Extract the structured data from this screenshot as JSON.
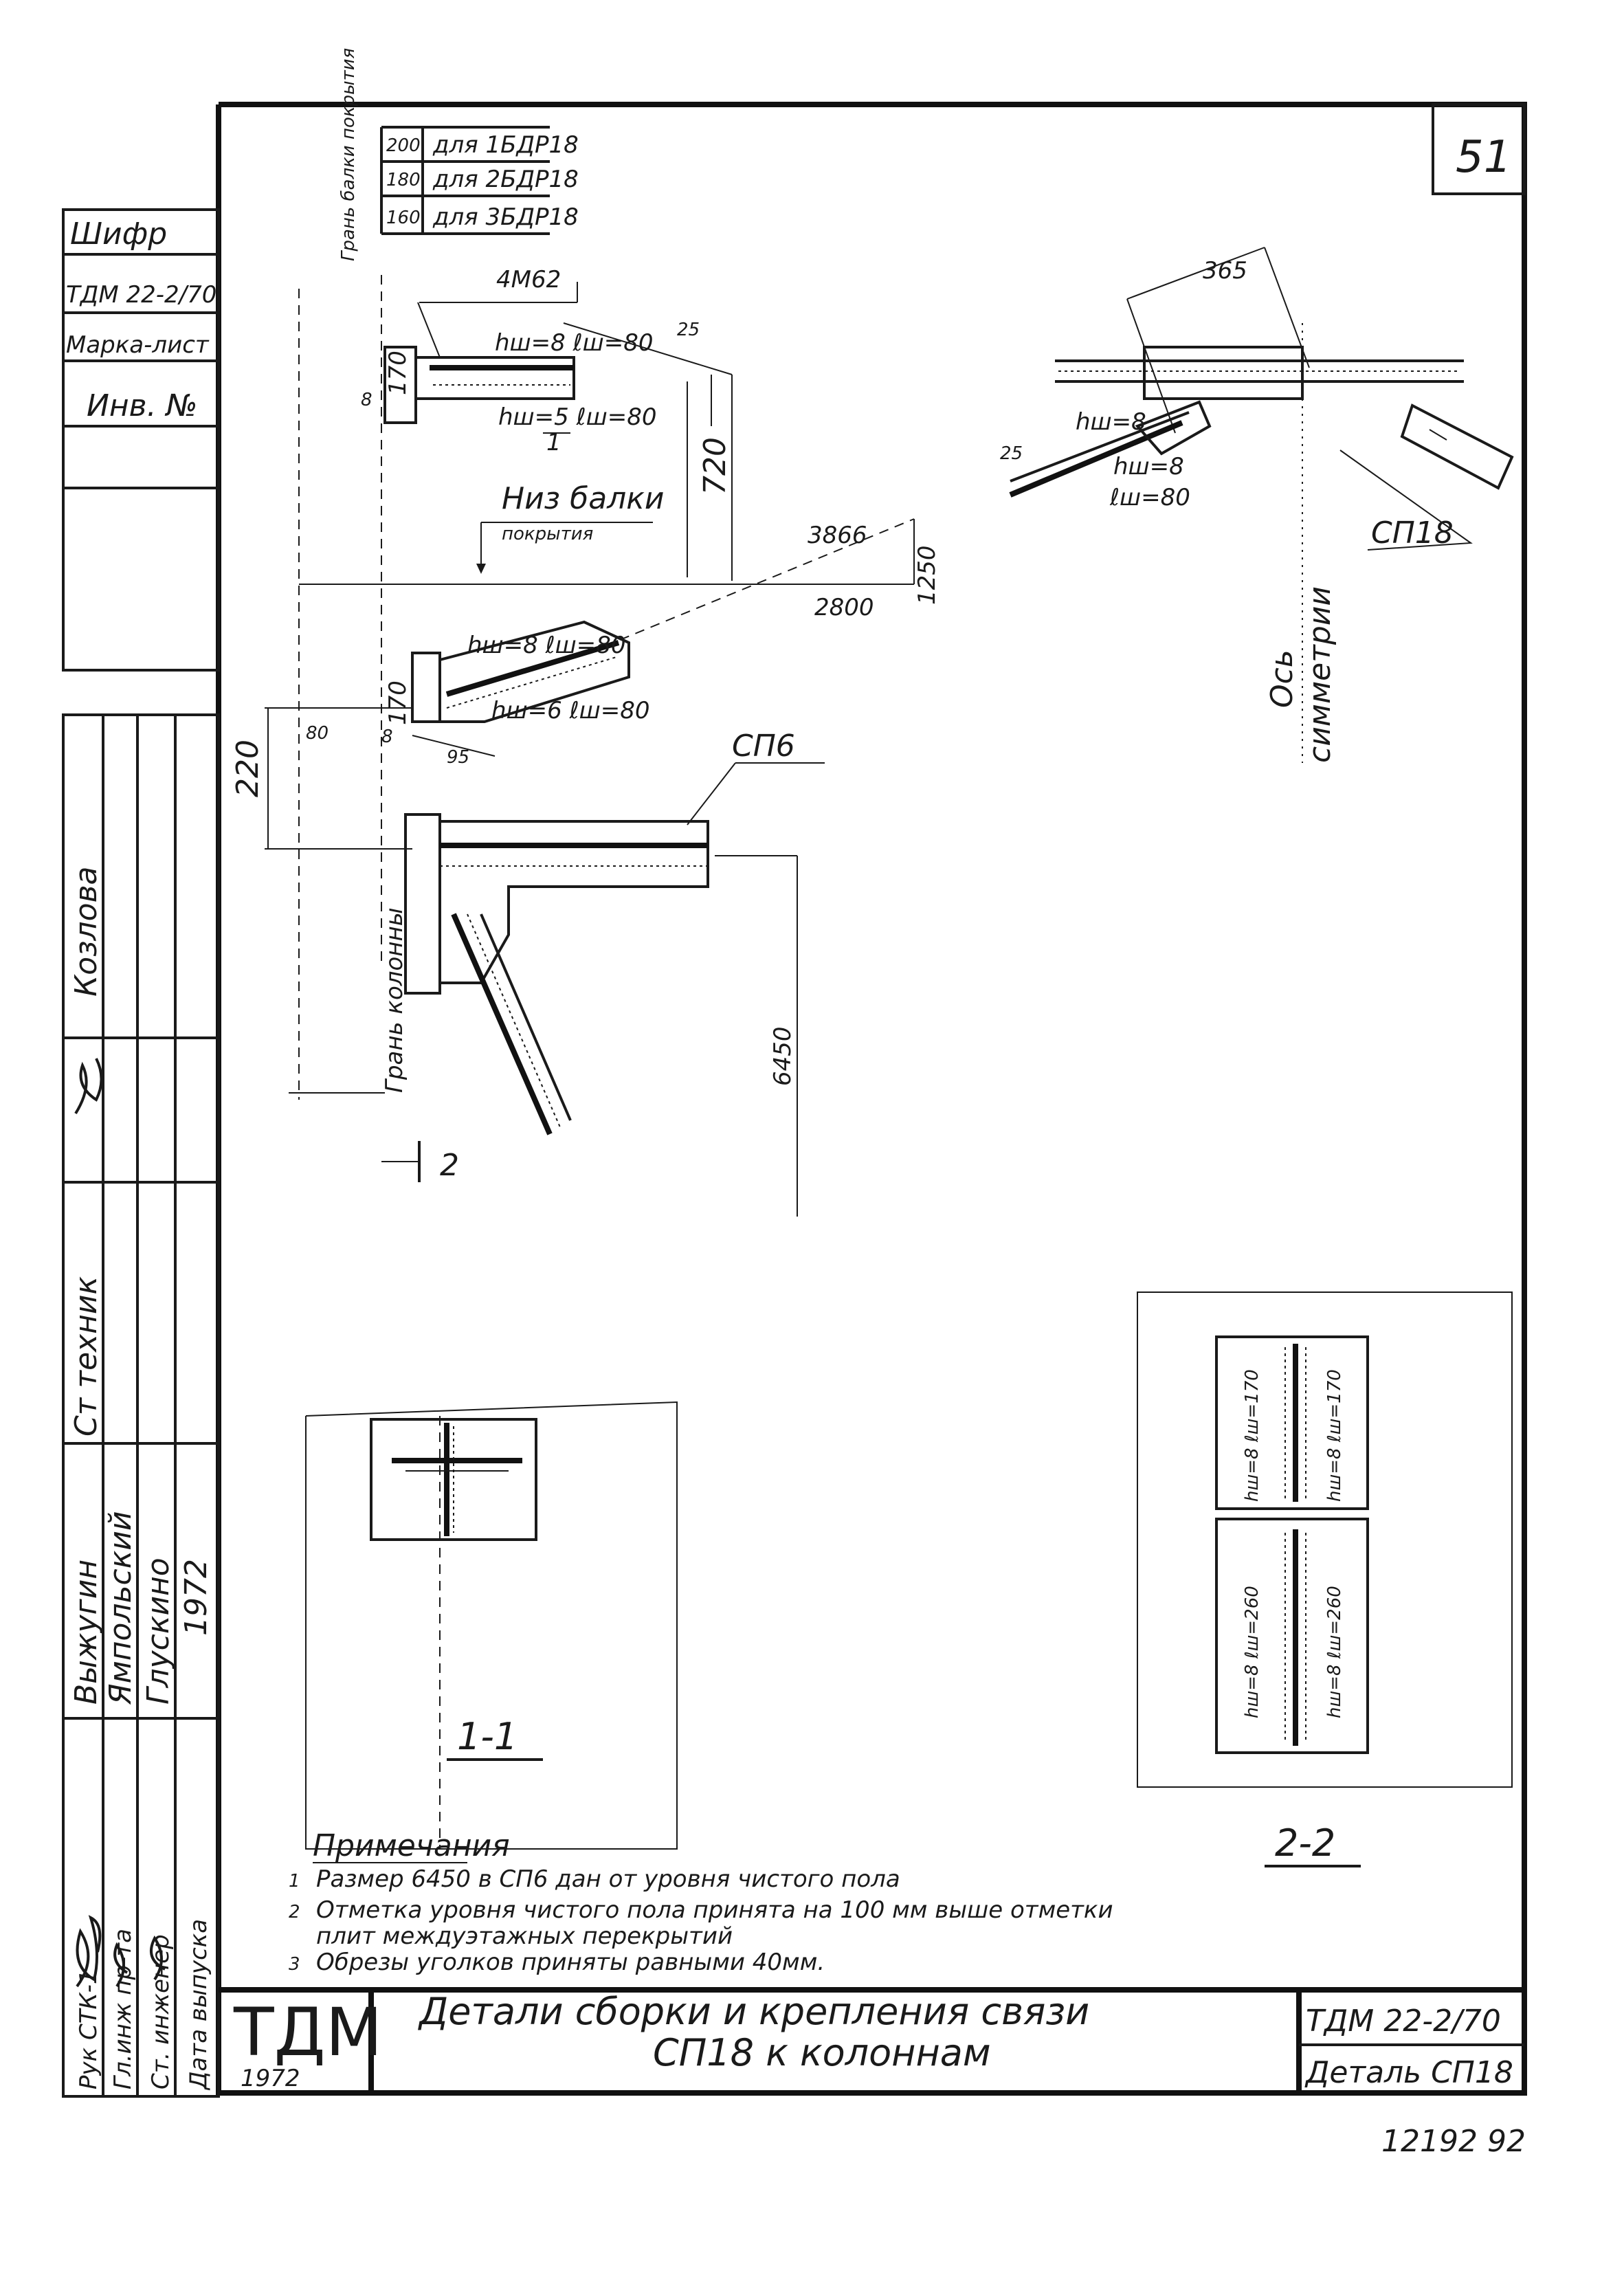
{
  "sheet": {
    "number": "51",
    "archive_number": "12192 92"
  },
  "left_strip": {
    "shifr_label": "Шифр",
    "shifr_value": "ТДМ 22-2/70",
    "marka_label": "Марка-лист",
    "inv_label": "Инв. №",
    "staff": [
      {
        "role": "Ст техник",
        "name": "Козлова"
      },
      {
        "role": "Рук СТК-1",
        "name": "Выжугин"
      },
      {
        "role": "Гл.инж пр-та",
        "name": "Ямпольский"
      },
      {
        "role": "Ст. инженер",
        "name": "Глускино"
      },
      {
        "role": "Дата выпуска",
        "name": "1972"
      }
    ]
  },
  "beam_table": [
    {
      "size": "200",
      "label": "для 1БДР18"
    },
    {
      "size": "180",
      "label": "для 2БДР18"
    },
    {
      "size": "160",
      "label": "для 3БДР18"
    }
  ],
  "labels": {
    "beam_face": "Грань балки покрытия",
    "beam_bottom_1": "Низ балки",
    "beam_bottom_2": "покрытия",
    "column_face": "Грань колонны",
    "axis_1": "Ось",
    "axis_2": "симметрии",
    "sp18": "СП18",
    "sp6": "СП6",
    "section_marker_1": "1",
    "section_marker_2": "2",
    "weld_top": "4М62",
    "weld_1": "hш=8 ℓш=80",
    "weld_2": "hш=5 ℓш=80",
    "weld_3": "hш=8 ℓш=80",
    "weld_4": "hш=6 ℓш=80",
    "weld_right_1": "hш=8",
    "weld_right_2": "hш=8",
    "weld_right_3": "ℓш=80",
    "weld_2_2_a": "hш=8 ℓш=170",
    "weld_2_2_b": "hш=8 ℓш=170",
    "weld_2_2_c": "hш=8 ℓш=260",
    "weld_2_2_d": "hш=8 ℓш=260"
  },
  "dimensions": {
    "d720": "720",
    "d3866": "3866",
    "d2800": "2800",
    "d1250": "1250",
    "d365": "365",
    "d25a": "25",
    "d25b": "25",
    "d220": "220",
    "d80": "80",
    "d95": "95",
    "d170": "170",
    "d170b": "170",
    "d6450": "6450",
    "d8a": "8",
    "d8b": "8"
  },
  "sections": {
    "s11": "1-1",
    "s22": "2-2"
  },
  "notes": {
    "title": "Примечания",
    "items": [
      {
        "n": "1",
        "text": "Размер 6450 в СП6 дан от уровня чистого пола"
      },
      {
        "n": "2",
        "text": "Отметка уровня чистого пола принята на 100 мм выше отметки"
      },
      {
        "n": "",
        "text": "плит междуэтажных перекрытий"
      },
      {
        "n": "3",
        "text": "Обрезы уголков приняты равными 40мм."
      }
    ]
  },
  "title_block": {
    "logo": "ТДМ",
    "year": "1972",
    "title_1": "Детали сборки и крепления связи",
    "title_2": "СП18 к колоннам",
    "code": "ТДМ 22-2/70",
    "detail": "Деталь СП18"
  }
}
